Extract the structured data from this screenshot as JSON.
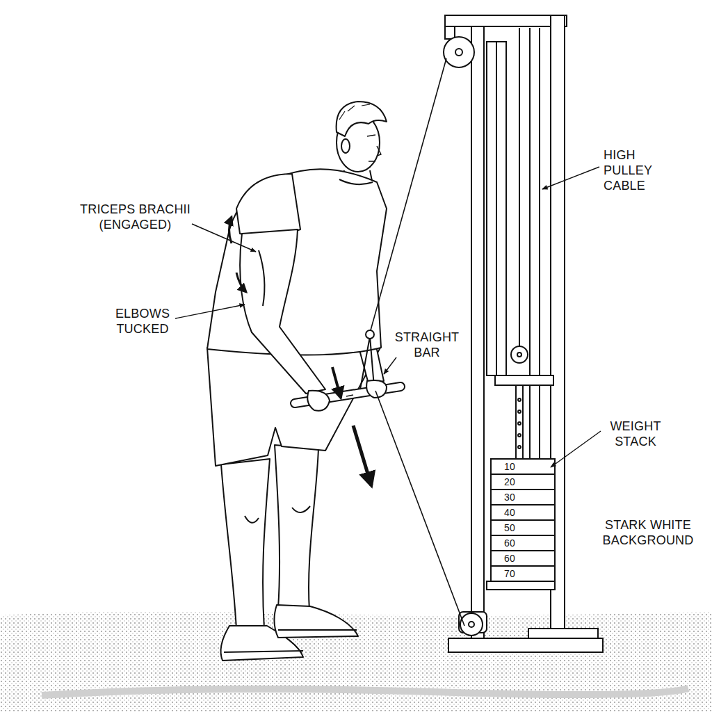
{
  "diagram": {
    "labels": [
      "TRICEPS BRACHII (ENGAGED)",
      "ELBOWS TUCKED",
      "STRAIGHT BAR",
      "HIGH PULLEY CABLE",
      "WEIGHT STACK",
      "STARK WHITE BACKGROUND",
      "10",
      "20",
      "30",
      "40",
      "50",
      "60",
      "60",
      "70"
    ]
  }
}
